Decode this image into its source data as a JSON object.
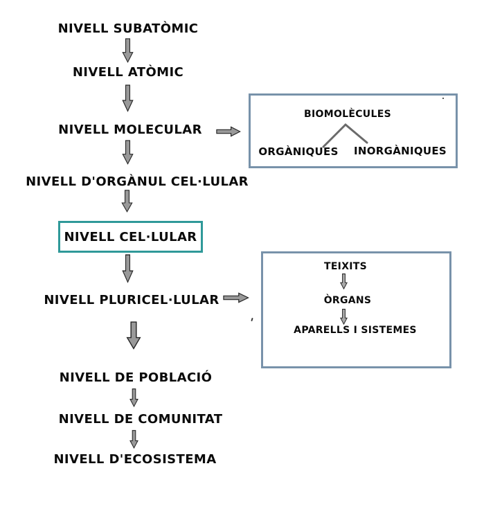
{
  "levels": {
    "subatomic": "NIVELL SUBATÒMIC",
    "atomic": "NIVELL ATÒMIC",
    "molecular": "NIVELL MOLECULAR",
    "organelle": "NIVELL D'ORGÀNUL CEL·LULAR",
    "cellular": "NIVELL CEL·LULAR",
    "pluricellular": "NIVELL PLURICEL·LULAR",
    "population": "NIVELL DE POBLACIÓ",
    "community": "NIVELL DE COMUNITAT",
    "ecosystem": "NIVELL D'ECOSISTEMA"
  },
  "biomolecules": {
    "title": "BIOMOLÈCULES",
    "organic": "ORGÀNIQUES",
    "inorganic": "INORGÀNIQUES"
  },
  "tissues": {
    "tissues": "TEIXITS",
    "organs": "ÒRGANS",
    "systems": "APARELLS I SISTEMES"
  },
  "colors": {
    "box_border_blue": "#7892aa",
    "box_border_teal": "#2f9999",
    "arrow_fill": "#999999",
    "arrow_outline": "#262626",
    "text": "#0a0a0a",
    "background": "#ffffff"
  }
}
